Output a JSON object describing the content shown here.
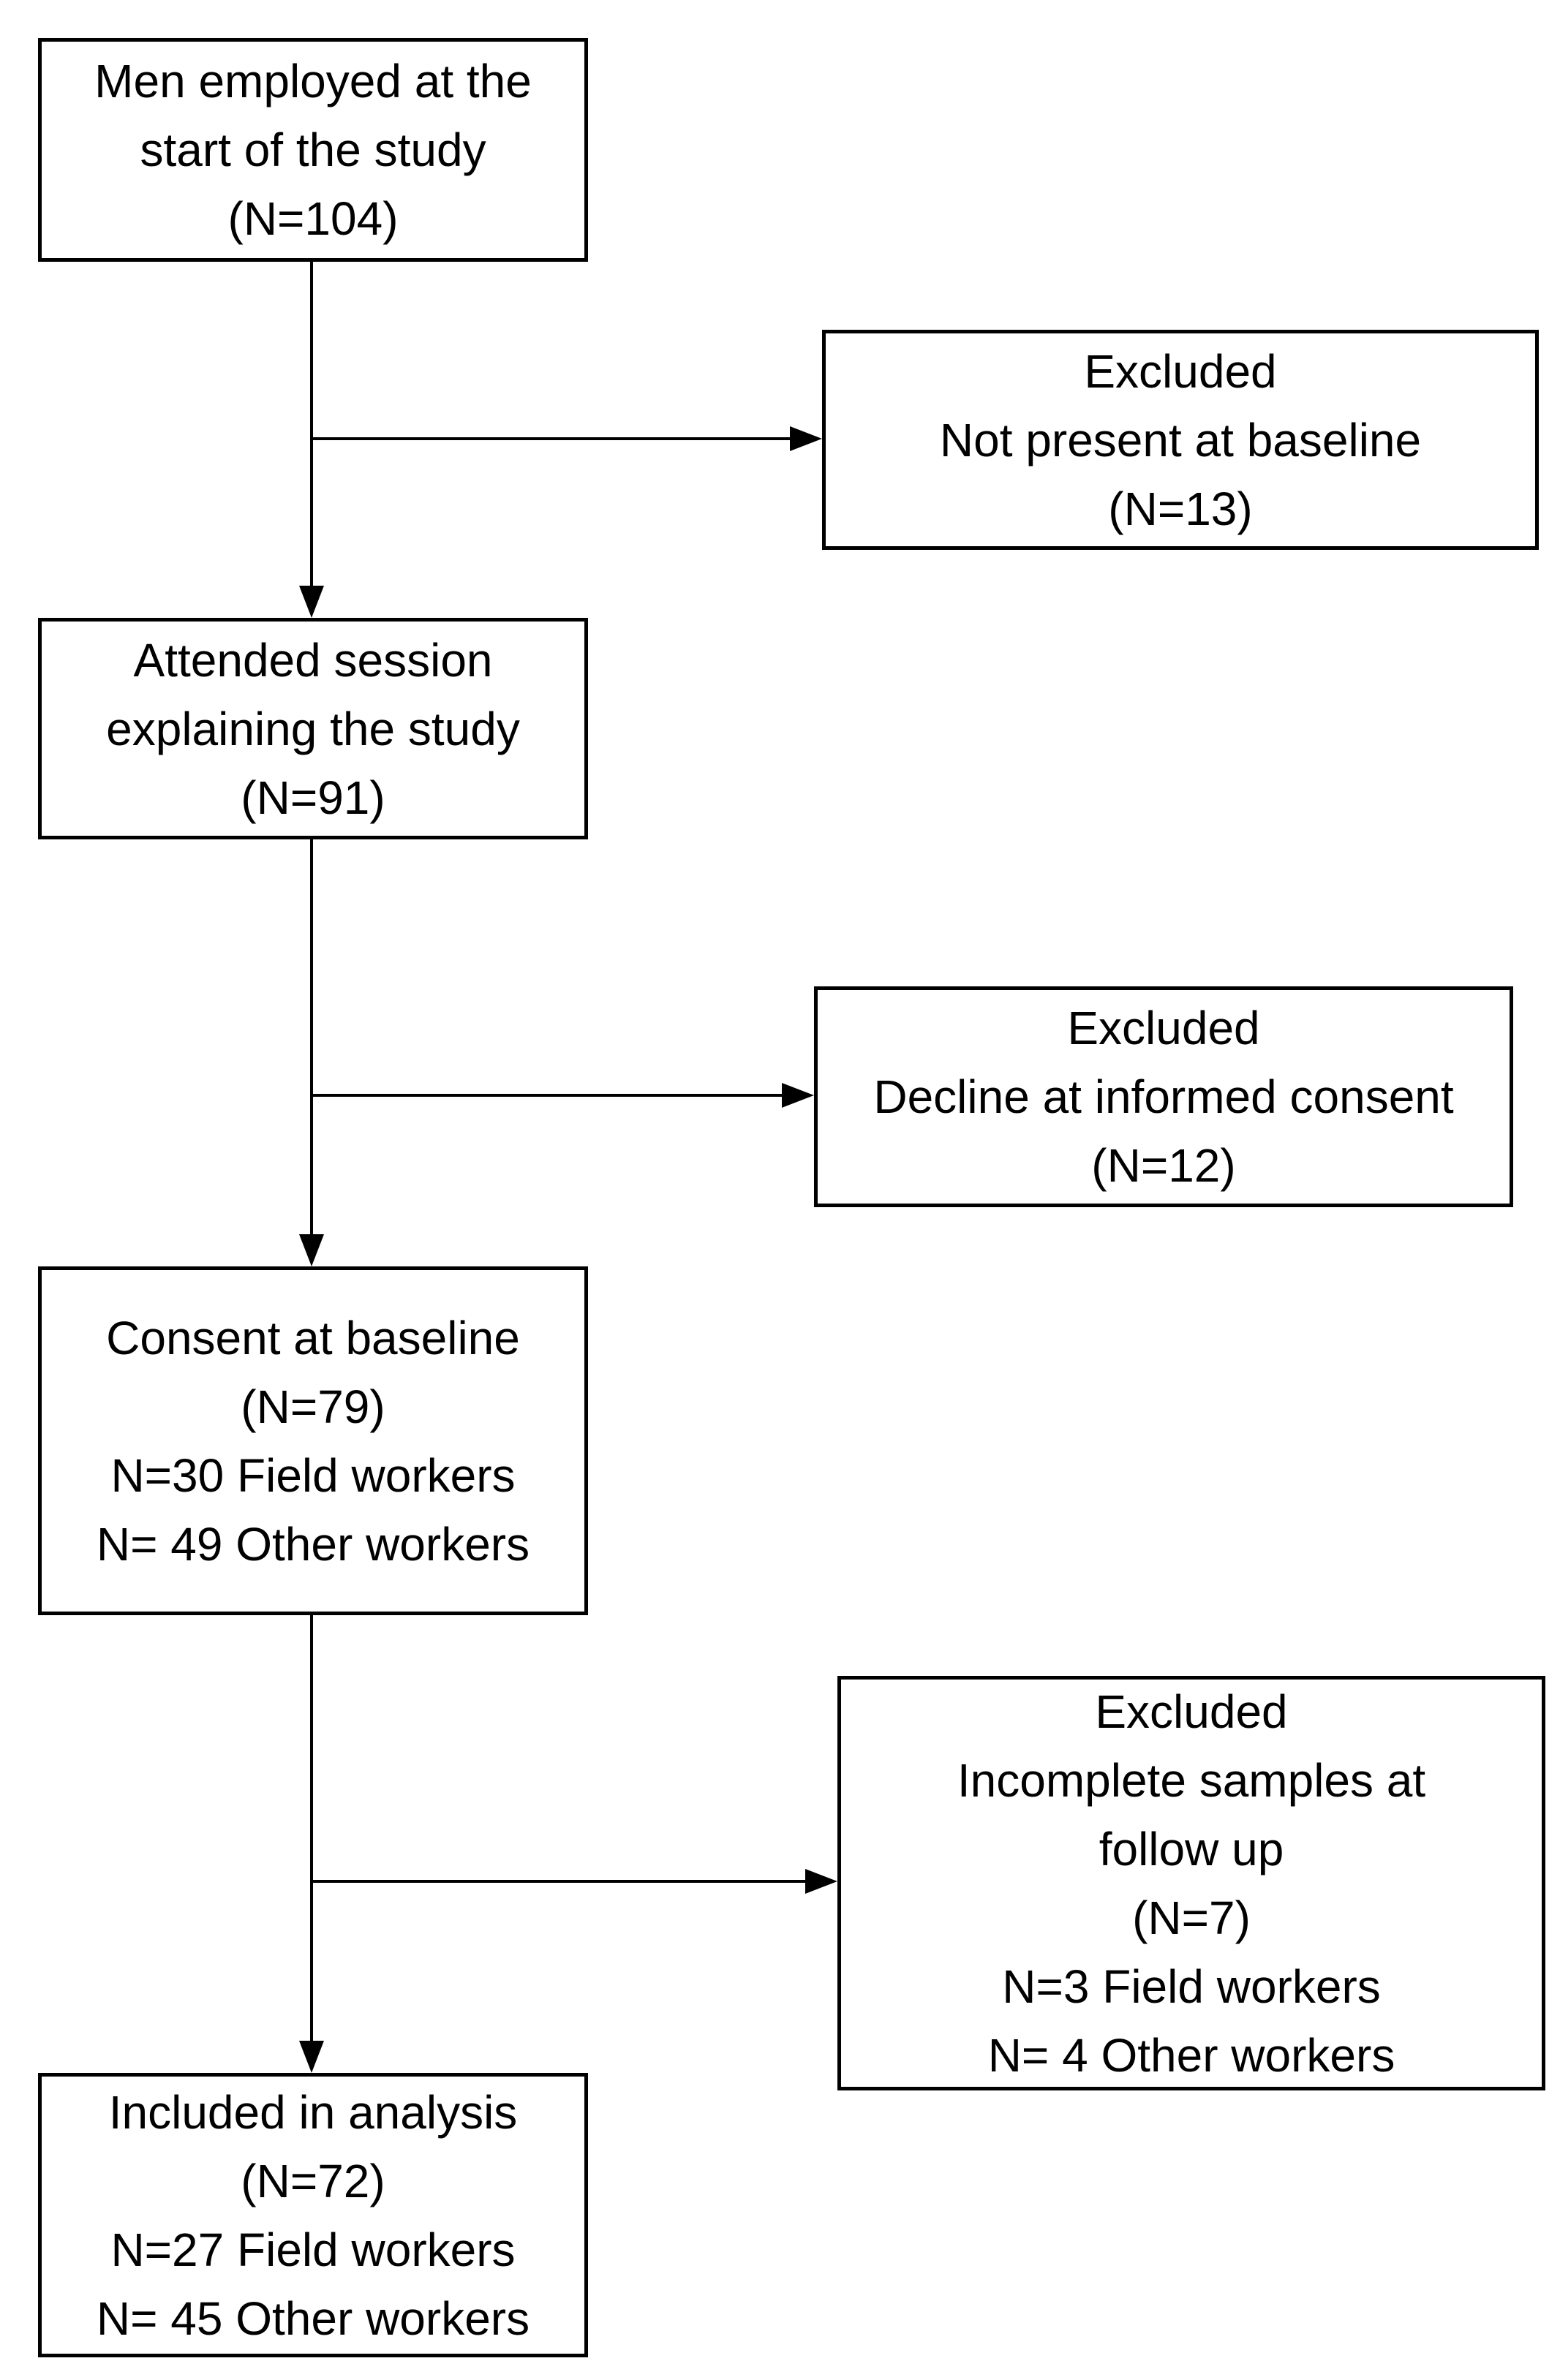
{
  "diagram": {
    "type": "flowchart",
    "colors": {
      "background": "#ffffff",
      "border": "#000000",
      "text": "#000000"
    },
    "boxes": {
      "start": {
        "lines": [
          "Men employed at the",
          "start of the study",
          "(N=104)"
        ]
      },
      "excluded_baseline": {
        "lines": [
          "Excluded",
          "Not present at baseline",
          "(N=13)"
        ]
      },
      "attended": {
        "lines": [
          "Attended session",
          "explaining the study",
          "(N=91)"
        ]
      },
      "excluded_consent": {
        "lines": [
          "Excluded",
          "Decline at informed consent",
          "(N=12)"
        ]
      },
      "consent": {
        "lines": [
          "Consent at baseline",
          "(N=79)",
          "N=30 Field workers",
          "N= 49 Other workers"
        ]
      },
      "excluded_followup": {
        "lines": [
          "Excluded",
          "Incomplete samples at",
          "follow up",
          "(N=7)",
          "N=3 Field workers",
          "N= 4 Other workers"
        ]
      },
      "included": {
        "lines": [
          "Included in analysis",
          "(N=72)",
          "N=27 Field workers",
          "N= 45 Other workers"
        ]
      }
    }
  }
}
